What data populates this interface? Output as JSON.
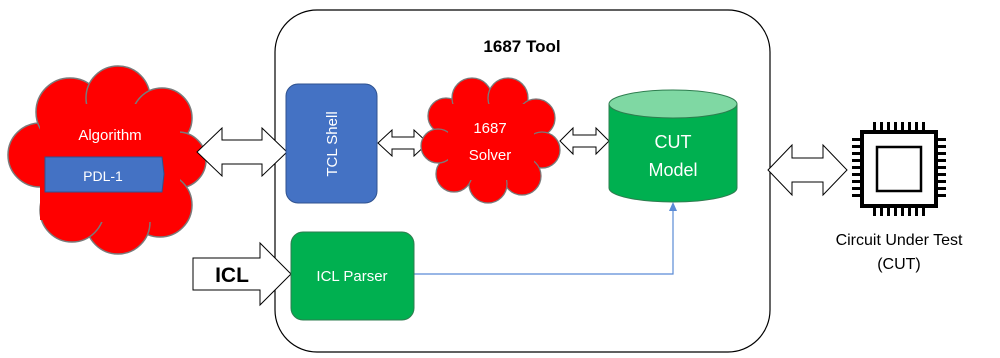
{
  "tool": {
    "title": "1687 Tool"
  },
  "algorithm": {
    "label": "Algorithm",
    "pdl_label": "PDL-1"
  },
  "tcl_shell": {
    "label": "TCL Shell"
  },
  "solver": {
    "line1": "1687",
    "line2": "Solver"
  },
  "cut_model": {
    "line1": "CUT",
    "line2": "Model"
  },
  "icl_input": {
    "label": "ICL"
  },
  "icl_parser": {
    "label": "ICL Parser"
  },
  "circuit": {
    "line1": "Circuit Under Test",
    "line2": "(CUT)"
  },
  "icons": {
    "chip": "microchip-icon"
  },
  "colors": {
    "cloud_red": "#ff0000",
    "cloud_outline": "#7a7a7a",
    "tcl_blue": "#4472c4",
    "green": "#00b050",
    "green_top": "#7fd8a3",
    "connector": "#5b8bd6"
  }
}
